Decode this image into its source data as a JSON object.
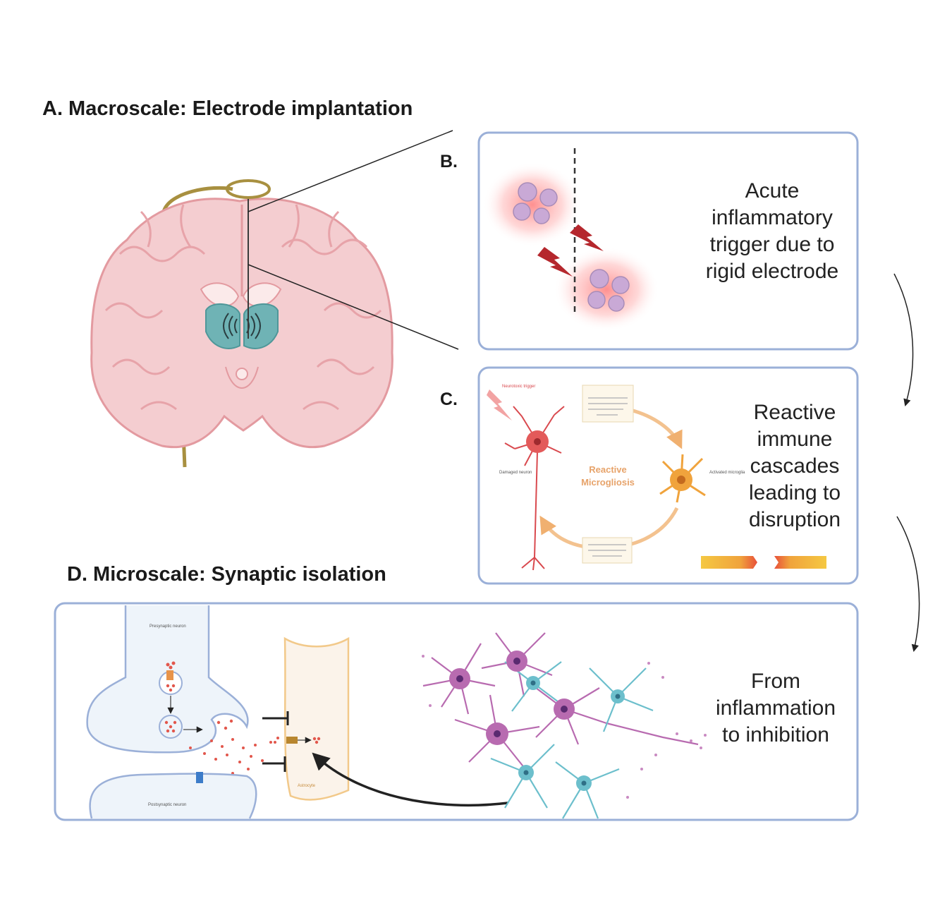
{
  "panels": {
    "a": {
      "title": "A. Macroscale: Electrode implantation"
    },
    "b": {
      "letter": "B.",
      "caption": "Acute inflammatory trigger due to rigid electrode"
    },
    "c": {
      "letter": "C.",
      "caption": "Reactive immune cascades leading to disruption",
      "center_label": "Reactive Microgliosis",
      "neurotoxic_trigger": "Neurotoxic trigger",
      "damaged_neuron": "Damaged neuron",
      "activated_microglia": "Activated microglia"
    },
    "d": {
      "title": "D. Microscale: Synaptic isolation",
      "caption": "From inflammation to inhibition",
      "presynaptic": "Presynaptic neuron",
      "postsynaptic": "Postsynaptic neuron",
      "astrocyte": "Astrocyte"
    }
  },
  "colors": {
    "panel_border": "#9bb0d8",
    "brain_pink": "#f2c7c9",
    "brain_outline": "#e39aa0",
    "thalamus_teal": "#6fb3b5",
    "electrode_wire": "#a89040",
    "inflammation_red": "#ff6b6b",
    "bolt_red": "#b5272d",
    "neuron_red": "#e35a5a",
    "microglia_orange": "#f0a33c",
    "microglia_magenta": "#b86bb0",
    "astro_cyan": "#6cbfcc"
  }
}
